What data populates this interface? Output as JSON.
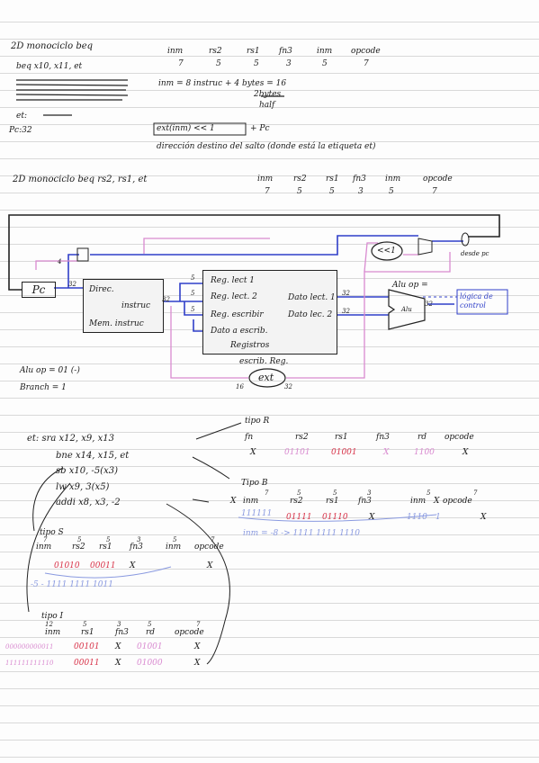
{
  "header": {
    "title1": "2D monociclo beq",
    "instr1": "beq x10, x11, et",
    "cols": [
      "inm",
      "rs2",
      "rs1",
      "fn3",
      "inm",
      "opcode"
    ],
    "bits": [
      "7",
      "5",
      "5",
      "3",
      "5",
      "7"
    ],
    "formula": "inm = 8 instruc + 4 bytes = 16",
    "frac_num": "2bytes",
    "frac_den": "half",
    "et_label": "et:",
    "pc_label": "Pc:32",
    "boxed_expr": "ext(inm) << 1",
    "plus_pc": "+ Pc",
    "direccion": "dirección destino del salto (donde está la etiqueta et)",
    "title2": "2D monociclo beq rs2, rs1, et",
    "cols2": [
      "inm",
      "rs2",
      "rs1",
      "fn3",
      "inm",
      "opcode"
    ],
    "bits2": [
      "7",
      "5",
      "5",
      "3",
      "5",
      "7"
    ]
  },
  "diagram": {
    "pc": "Pc",
    "dir": "Direc.",
    "instruc": "instruc",
    "mem": "Mem. instruc",
    "reg1": "Reg. lect 1",
    "reg2": "Reg. lect. 2",
    "reg3": "Reg. escribir",
    "reg4": "Dato a escrib.",
    "registros": "Registros",
    "dato1": "Dato lect. 1",
    "dato2": "Dato lec. 2",
    "shift": "<<1",
    "alu": "Alu",
    "alu_op": "Alu op =",
    "control": "lógica de control",
    "escrib": "escrib. Reg.",
    "ext": "ext",
    "n4": "4",
    "n32a": "32",
    "n32b": "32",
    "n32c": "32",
    "n32d": "32",
    "n32e": "32",
    "n32f": "32",
    "n16": "16",
    "n5a": "5",
    "n5b": "5",
    "n5c": "5",
    "desdepc": "desde pc",
    "aluop": "Alu op = 01 (-)",
    "branch": "Branch = 1"
  },
  "program": {
    "l1": "et: sra x12, x9, x13",
    "l2": "bne x14, x15, et",
    "l3": "sb x10, -5(x3)",
    "l4": "lw x9, 3(x5)",
    "l5": "addi x8, x3, -2"
  },
  "tipoR": {
    "label": "tipo R",
    "cols": [
      "fn",
      "rs2",
      "rs1",
      "fn3",
      "rd",
      "opcode"
    ],
    "vals": [
      "X",
      "01101",
      "01001",
      "X",
      "1100",
      "X"
    ]
  },
  "tipoB": {
    "label": "Tipo B",
    "cols": [
      "X",
      "inm",
      "rs2",
      "rs1",
      "fn3",
      "inm",
      "X",
      "opcode"
    ],
    "bits": [
      "7",
      "5",
      "5",
      "3",
      "5",
      "7"
    ],
    "row1": "111111",
    "vals": [
      "01111",
      "01110",
      "X",
      "1110",
      "1",
      "X"
    ],
    "inm_line": "inm = -8 -> 1111 1111 1110"
  },
  "tipoS": {
    "label": "tipo S",
    "cols": [
      "inm",
      "rs2",
      "rs1",
      "fn3",
      "inm",
      "opcode"
    ],
    "bits": [
      "7",
      "5",
      "5",
      "3",
      "5",
      "7"
    ],
    "vals": [
      "01010",
      "00011",
      "X",
      "X"
    ],
    "neg": "-5 - 1111 1111 1011"
  },
  "tipoI": {
    "label": "tipo I",
    "cols": [
      "inm",
      "rs1",
      "fn3",
      "rd",
      "opcode"
    ],
    "bits": [
      "12",
      "5",
      "3",
      "5",
      "7"
    ],
    "r1": [
      "000000000011",
      "00101",
      "X",
      "01001",
      "X"
    ],
    "r2": [
      "111111111110",
      "00011",
      "X",
      "01000",
      "X"
    ]
  }
}
